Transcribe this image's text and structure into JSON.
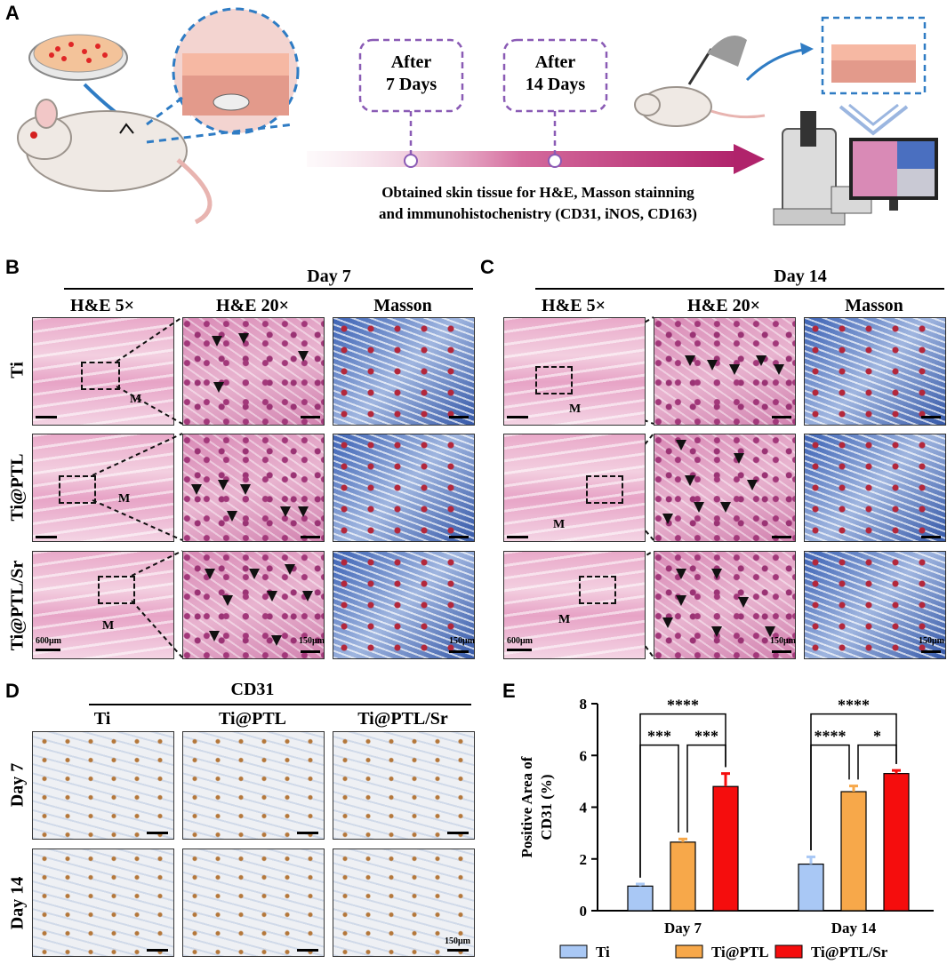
{
  "panels": {
    "A": "A",
    "B": "B",
    "C": "C",
    "D": "D",
    "E": "E"
  },
  "panelA": {
    "after7": "After 7 Days",
    "after14": "After 14 Days",
    "after7_l1": "After",
    "after7_l2": "7 Days",
    "after14_l1": "After",
    "after14_l2": "14 Days",
    "caption_l1": "Obtained skin tissue for H&E, Masson stainning",
    "caption_l2": "and immunohistochenistry (CD31, iNOS, CD163)",
    "accent_color": "#b0236b"
  },
  "panelB": {
    "title": "Day 7",
    "cols": [
      "H&E 5×",
      "H&E 20×",
      "Masson"
    ],
    "rows": [
      "Ti",
      "Ti@PTL",
      "Ti@PTL/Sr"
    ],
    "m": "M",
    "scale_600": "600μm",
    "scale_150": "150μm"
  },
  "panelC": {
    "title": "Day 14",
    "cols": [
      "H&E 5×",
      "H&E 20×",
      "Masson"
    ],
    "m": "M",
    "scale_600": "600μm",
    "scale_150": "150μm"
  },
  "panelD": {
    "title": "CD31",
    "cols": [
      "Ti",
      "Ti@PTL",
      "Ti@PTL/Sr"
    ],
    "rows": [
      "Day 7",
      "Day 14"
    ],
    "scale_150": "150μm"
  },
  "chart_data": {
    "type": "bar",
    "categories": [
      "Day 7",
      "Day 14"
    ],
    "series": [
      {
        "name": "Ti",
        "values": [
          0.95,
          1.8
        ],
        "errors": [
          0.08,
          0.28
        ],
        "color": "#a9c8f5"
      },
      {
        "name": "Ti@PTL",
        "values": [
          2.65,
          4.6
        ],
        "errors": [
          0.12,
          0.22
        ],
        "color": "#f7a84a"
      },
      {
        "name": "Ti@PTL/Sr",
        "values": [
          4.8,
          5.3
        ],
        "errors": [
          0.5,
          0.12
        ],
        "color": "#f50d0d"
      }
    ],
    "ylabel_l1": "Positive Area of",
    "ylabel_l2": "CD31  (%)",
    "ylim": [
      0,
      8
    ],
    "yticks": [
      "0",
      "2",
      "4",
      "6",
      "8"
    ],
    "significance": [
      {
        "group": 0,
        "from": 0,
        "to": 2,
        "label": "****"
      },
      {
        "group": 0,
        "from": 0,
        "to": 1,
        "label": "***"
      },
      {
        "group": 0,
        "from": 1,
        "to": 2,
        "label": "***"
      },
      {
        "group": 1,
        "from": 0,
        "to": 2,
        "label": "****"
      },
      {
        "group": 1,
        "from": 0,
        "to": 1,
        "label": "****"
      },
      {
        "group": 1,
        "from": 1,
        "to": 2,
        "label": "*"
      }
    ],
    "legend": [
      "Ti",
      "Ti@PTL",
      "Ti@PTL/Sr"
    ],
    "legend_position": "bottom"
  }
}
